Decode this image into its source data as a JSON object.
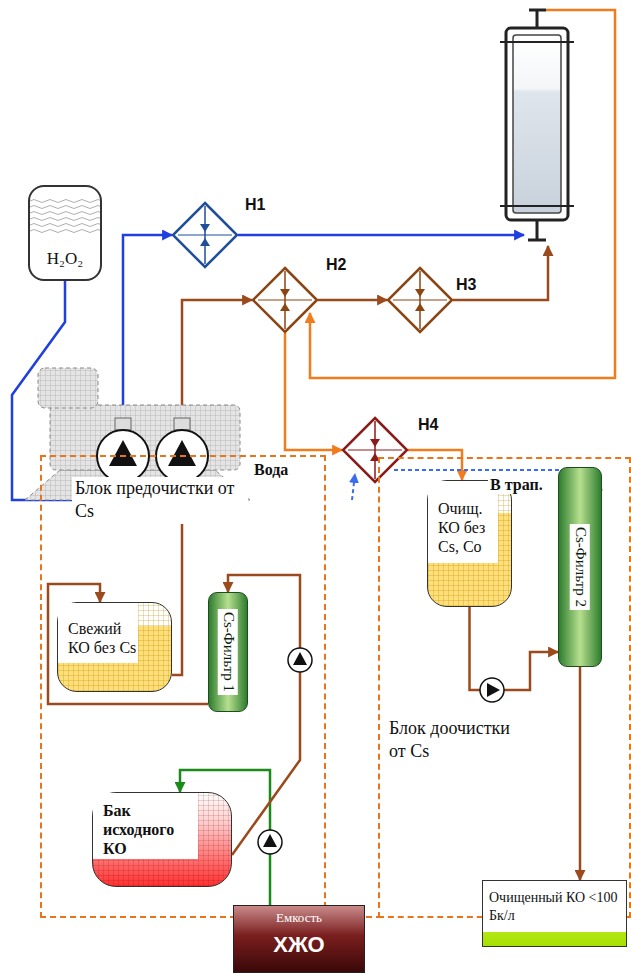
{
  "diagram": {
    "nodes": [
      {
        "text": [
          "H₂O₂"
        ]
      },
      {
        "text": [
          "H1"
        ]
      },
      {
        "text": [
          "H2"
        ]
      },
      {
        "text": [
          "H3"
        ]
      },
      {
        "text": [
          "H4"
        ]
      },
      {
        "text": [
          "Блок предочистки от Cs"
        ]
      },
      {
        "text": [
          "Свежий КО без Cs"
        ],
        "in": 5
      },
      {
        "text": [
          "Cs-Фильтр 1"
        ],
        "in": 5
      },
      {
        "text": [
          "Бак исходного КО"
        ],
        "in": 5
      },
      {
        "text": [
          "Блок доочистки от Cs"
        ]
      },
      {
        "text": [
          "Очищ. КО без Cs, Co"
        ],
        "in": 9
      },
      {
        "text": [
          "Cs-Фильтр 2"
        ],
        "in": 9
      },
      {
        "text": [
          "Очищенный КО <100 Бк/л"
        ],
        "in": 9
      },
      {
        "text": [
          "Емкость",
          "ХЖО"
        ]
      }
    ],
    "edges": [
      {
        "from": 0,
        "to": 1,
        "arrow": "to"
      },
      {
        "from": 6,
        "to": 2,
        "arrow": "to"
      },
      {
        "from": 2,
        "to": 3,
        "arrow": "to"
      },
      {
        "from": 2,
        "to": 4,
        "arrow": "to"
      },
      {
        "from": 4,
        "to": 10,
        "arrow": "to"
      },
      {
        "from": 13,
        "to": 8,
        "arrow": "to"
      },
      {
        "from": 8,
        "to": 7,
        "arrow": "to"
      },
      {
        "from": 7,
        "to": 6,
        "arrow": "to"
      },
      {
        "from": 10,
        "to": 11,
        "arrow": "to"
      },
      {
        "from": 11,
        "to": 12,
        "arrow": "to"
      }
    ],
    "labels": [
      "Вода",
      "В трап."
    ]
  }
}
